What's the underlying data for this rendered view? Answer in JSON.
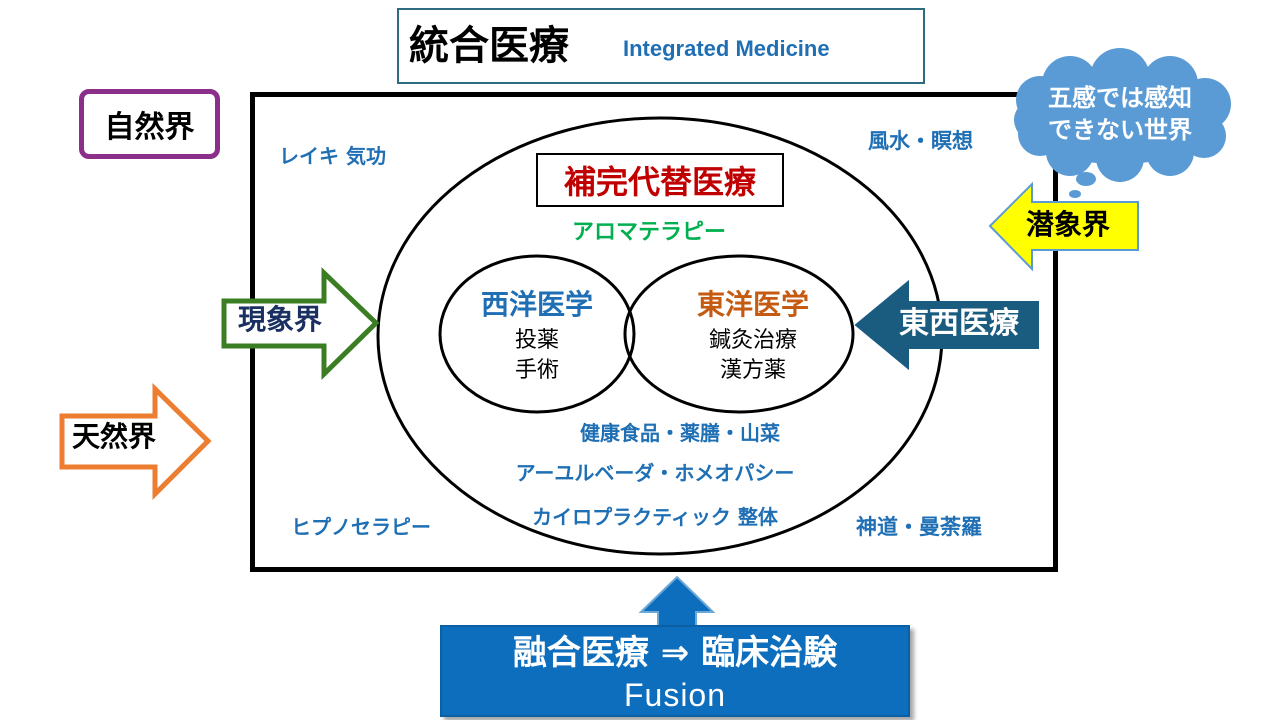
{
  "title": {
    "jp": "統合医療",
    "en": "Integrated Medicine"
  },
  "side_labels": {
    "shizenkai": "自然界",
    "genshokai": "現象界",
    "tennenkai": "天然界",
    "senshokai": "潜象界",
    "tozai": "東西医療"
  },
  "cloud": {
    "line1": "五感では感知",
    "line2": "できない世界"
  },
  "corners": {
    "top_left": "レイキ 気功",
    "top_right": "風水・瞑想",
    "bottom_left": "ヒプノセラピー",
    "bottom_right": "神道・曼荼羅"
  },
  "cam": {
    "title": "補完代替医療",
    "aroma": "アロマテラピー",
    "items": [
      "健康食品・薬膳・山菜",
      "アーユルベーダ・ホメオパシー",
      "カイロプラクティック 整体"
    ]
  },
  "western": {
    "title": "西洋医学",
    "line1": "投薬",
    "line2": "手術"
  },
  "eastern": {
    "title": "東洋医学",
    "line1": "鍼灸治療",
    "line2": "漢方薬"
  },
  "fusion": {
    "line1": "融合医療 ⇒ 臨床治験",
    "line2": "Fusion"
  },
  "colors": {
    "blue": "#1f6fb5",
    "red": "#c00000",
    "brown": "#c55a11",
    "green": "#00b050",
    "purple": "#8b2f8b",
    "darkgreen": "#3a7d22",
    "orange": "#ed7d31",
    "cloud": "#5b9bd5",
    "yellow": "#ffff00",
    "teal": "#1a5c80"
  }
}
